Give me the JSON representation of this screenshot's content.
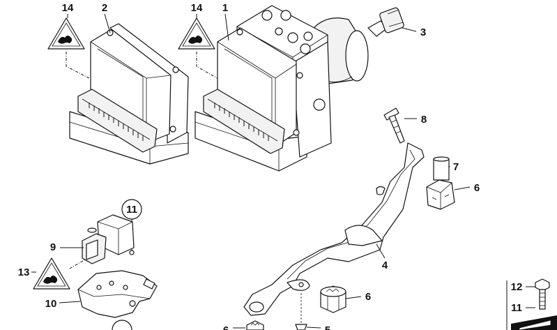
{
  "labels": {
    "warn_a": "14",
    "control_unit": "2",
    "warn_b": "14",
    "hydraulic_unit": "1",
    "sensor": "3",
    "bolt_top": "8",
    "sleeve": "7",
    "grommet_right": "6",
    "bracket": "4",
    "nut_right": "6",
    "circle_11": "11",
    "yaw_sensor": "9",
    "warn_c": "13",
    "sensor_bracket": "10",
    "legend_12": "12",
    "legend_11": "11",
    "bottom_6": "6",
    "bottom_5": "5"
  }
}
